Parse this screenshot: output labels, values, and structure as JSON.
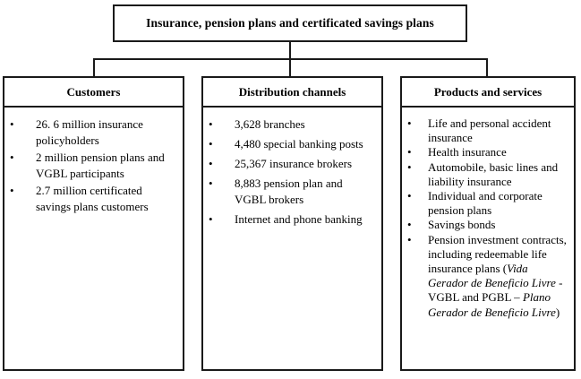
{
  "diagram": {
    "root": {
      "title": "Insurance, pension plans and certificated savings plans"
    },
    "columns": [
      {
        "header": "Customers",
        "items": [
          "26. 6 million insurance policyholders",
          "2 million pension plans and VGBL participants",
          "2.7 million certificated savings plans customers"
        ]
      },
      {
        "header": "Distribution channels",
        "items": [
          "3,628 branches",
          "4,480 special banking posts",
          "25,367 insurance brokers",
          "8,883 pension plan and VGBL brokers",
          "Internet and phone banking"
        ]
      },
      {
        "header": "Products and services",
        "items": [
          "Life and personal accident insurance",
          "Health insurance",
          "Automobile, basic lines and liability insurance",
          "Individual and corporate pension plans",
          "Savings bonds"
        ],
        "last_item": {
          "part1": "Pension investment contracts, including redeemable life insurance plans (",
          "italic1": "Vida Gerador de Beneficio Livre",
          "part2": " -VGBL and PGBL – ",
          "italic2": "Plano Gerador de Beneficio Livre",
          "part3": ")"
        }
      }
    ],
    "colors": {
      "border": "#1a1a1a",
      "background": "#ffffff",
      "text": "#000000"
    }
  }
}
